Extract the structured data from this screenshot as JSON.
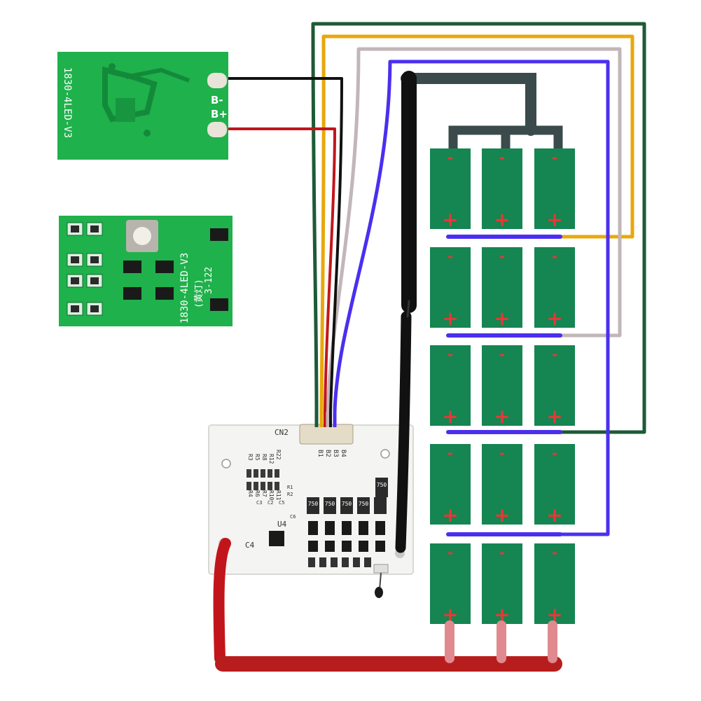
{
  "led_board": {
    "label": "1830-4LED-V3",
    "pad_negative": "B-",
    "pad_positive": "B+"
  },
  "switch_board": {
    "label": "1830-4LED-V3",
    "sublabel": "(黄灯)",
    "date_code": "3-122"
  },
  "bms_board": {
    "connector": "CN2",
    "ic": "U4",
    "capacitor": "C4",
    "resistor_value": "750",
    "pin_labels": [
      "B1",
      "B2",
      "B3",
      "B4"
    ],
    "component_labels": [
      "R3",
      "R5",
      "R8",
      "R12",
      "R22",
      "R4",
      "R6",
      "R7",
      "R10",
      "R11",
      "C3",
      "C2",
      "C5",
      "R1",
      "R2",
      "C6"
    ]
  },
  "battery_pack": {
    "rows": 5,
    "cols": 3,
    "positive_sign": "+",
    "negative_sign": "-"
  },
  "colors": {
    "pcb_green": "#1fb14b",
    "cell_green": "#158552",
    "wire_dark_green": "#1e5a36",
    "wire_orange": "#e8a80c",
    "wire_grey": "#c2b6b8",
    "wire_blue": "#4a2ff0",
    "wire_red": "#c2151b",
    "wire_black": "#111111",
    "busbar_dark": "#3b4a4b",
    "main_negative": "#b81d1d"
  }
}
